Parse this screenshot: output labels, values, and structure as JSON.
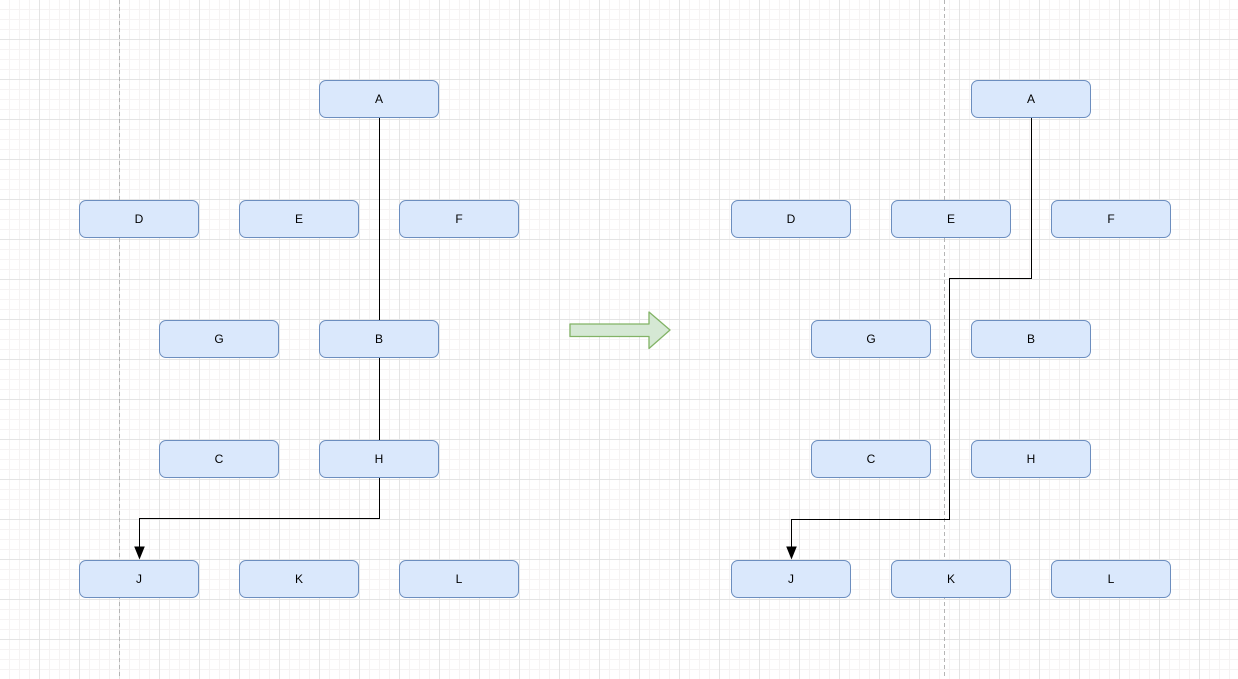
{
  "diagram": {
    "description_labels": [],
    "panels": [
      {
        "id": "before",
        "nodes": [
          {
            "label": "A"
          },
          {
            "label": "D"
          },
          {
            "label": "E"
          },
          {
            "label": "F"
          },
          {
            "label": "G"
          },
          {
            "label": "B"
          },
          {
            "label": "C"
          },
          {
            "label": "H"
          },
          {
            "label": "J"
          },
          {
            "label": "K"
          },
          {
            "label": "L"
          }
        ],
        "edges": [
          {
            "from": "A",
            "to": "B",
            "arrow": false
          },
          {
            "from": "B",
            "to": "H",
            "arrow": false
          },
          {
            "from": "H",
            "to": "J",
            "arrow": true
          }
        ]
      },
      {
        "id": "after",
        "nodes": [
          {
            "label": "A"
          },
          {
            "label": "D"
          },
          {
            "label": "E"
          },
          {
            "label": "F"
          },
          {
            "label": "G"
          },
          {
            "label": "B"
          },
          {
            "label": "C"
          },
          {
            "label": "H"
          },
          {
            "label": "J"
          },
          {
            "label": "K"
          },
          {
            "label": "L"
          }
        ],
        "edges": [
          {
            "from": "A",
            "to": "J",
            "arrow": true
          }
        ]
      }
    ],
    "transform_arrow": {
      "direction": "right"
    }
  },
  "colors": {
    "node_fill": "#dae8fc",
    "node_stroke": "#6c8ebf",
    "connector": "#000000",
    "transform_arrow_fill": "#d5e8d4",
    "transform_arrow_stroke": "#82b366",
    "grid_major": "#e4e4e4",
    "grid_minor": "#f5f3f3",
    "page_divider": "#b5b5b5"
  }
}
